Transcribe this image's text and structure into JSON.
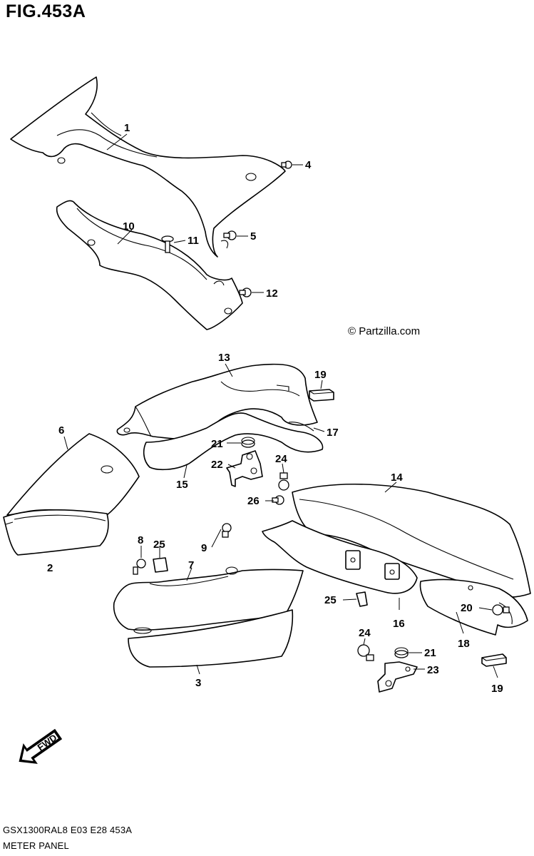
{
  "figure": {
    "title": "FIG.453A",
    "copyright": "© Partzilla.com",
    "model_code": "GSX1300RAL8  E03  E28  453A",
    "section_name": "METER PANEL",
    "fwd_label": "FWD"
  },
  "callouts": [
    {
      "id": "c1",
      "label": "1"
    },
    {
      "id": "c4",
      "label": "4"
    },
    {
      "id": "c10",
      "label": "10"
    },
    {
      "id": "c11",
      "label": "11"
    },
    {
      "id": "c5",
      "label": "5"
    },
    {
      "id": "c12",
      "label": "12"
    },
    {
      "id": "c13",
      "label": "13"
    },
    {
      "id": "c19a",
      "label": "19"
    },
    {
      "id": "c17",
      "label": "17"
    },
    {
      "id": "c6",
      "label": "6"
    },
    {
      "id": "c21a",
      "label": "21"
    },
    {
      "id": "c22",
      "label": "22"
    },
    {
      "id": "c24a",
      "label": "24"
    },
    {
      "id": "c15",
      "label": "15"
    },
    {
      "id": "c14",
      "label": "14"
    },
    {
      "id": "c26",
      "label": "26"
    },
    {
      "id": "c2",
      "label": "2"
    },
    {
      "id": "c8",
      "label": "8"
    },
    {
      "id": "c25a",
      "label": "25"
    },
    {
      "id": "c9",
      "label": "9"
    },
    {
      "id": "c7",
      "label": "7"
    },
    {
      "id": "c25b",
      "label": "25"
    },
    {
      "id": "c16",
      "label": "16"
    },
    {
      "id": "c20",
      "label": "20"
    },
    {
      "id": "c18",
      "label": "18"
    },
    {
      "id": "c24b",
      "label": "24"
    },
    {
      "id": "c21b",
      "label": "21"
    },
    {
      "id": "c23",
      "label": "23"
    },
    {
      "id": "c3",
      "label": "3"
    },
    {
      "id": "c19b",
      "label": "19"
    }
  ]
}
